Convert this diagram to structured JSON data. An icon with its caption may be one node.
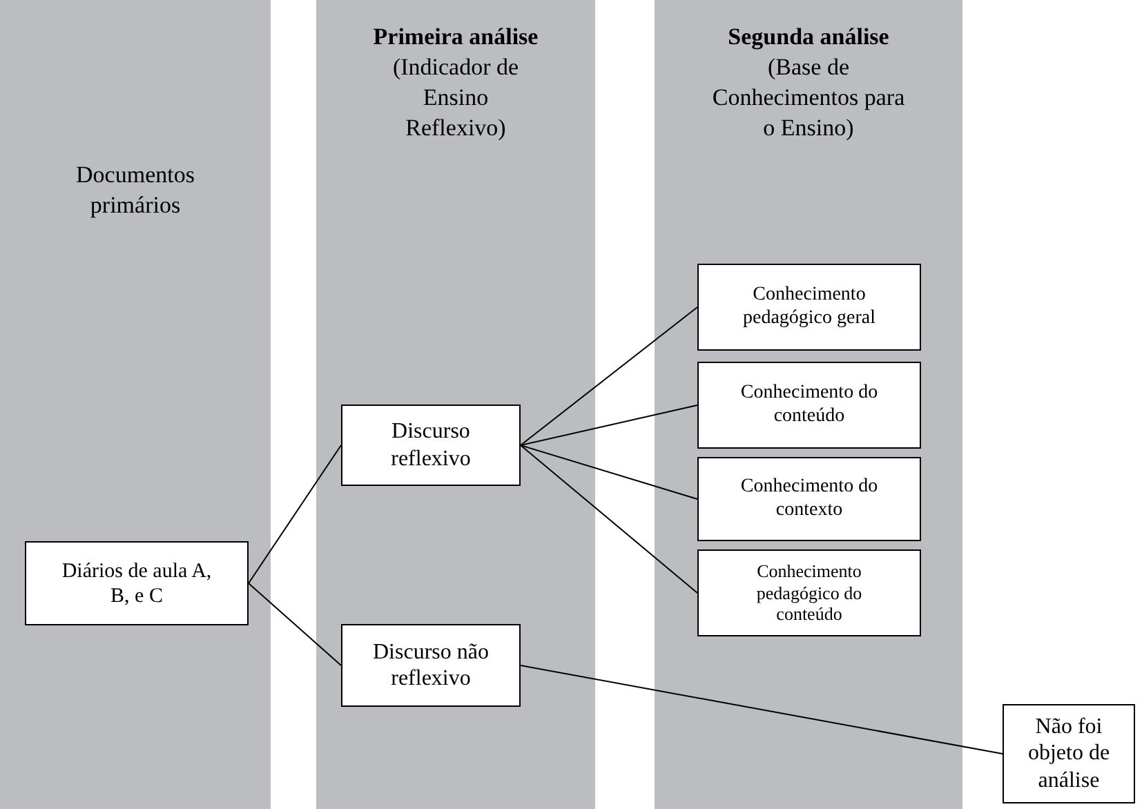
{
  "diagram": {
    "nodes": [
      {
        "text": [
          "Documentos primários"
        ]
      },
      {
        "text": [
          "Primeira análise",
          "(Indicador de Ensino Reflexivo)"
        ]
      },
      {
        "text": [
          "Segunda análise",
          "(Base de Conhecimentos para o Ensino)"
        ]
      },
      {
        "text": [
          "Diários de aula A, B, e C"
        ],
        "in": 0
      },
      {
        "text": [
          "Discurso reflexivo"
        ],
        "in": 1
      },
      {
        "text": [
          "Discurso não reflexivo"
        ],
        "in": 1
      },
      {
        "text": [
          "Conhecimento pedagógico geral"
        ],
        "in": 2
      },
      {
        "text": [
          "Conhecimento do conteúdo"
        ],
        "in": 2
      },
      {
        "text": [
          "Conhecimento do contexto"
        ],
        "in": 2
      },
      {
        "text": [
          "Conhecimento pedagógico do conteúdo"
        ],
        "in": 2
      },
      {
        "text": [
          "Não foi objeto de análise"
        ]
      }
    ],
    "edges": [
      {
        "from": 3,
        "to": 4,
        "arrow": "none"
      },
      {
        "from": 3,
        "to": 5,
        "arrow": "none"
      },
      {
        "from": 4,
        "to": 6,
        "arrow": "none"
      },
      {
        "from": 4,
        "to": 7,
        "arrow": "none"
      },
      {
        "from": 4,
        "to": 8,
        "arrow": "none"
      },
      {
        "from": 4,
        "to": 9,
        "arrow": "none"
      },
      {
        "from": 5,
        "to": 10,
        "arrow": "none"
      }
    ]
  }
}
